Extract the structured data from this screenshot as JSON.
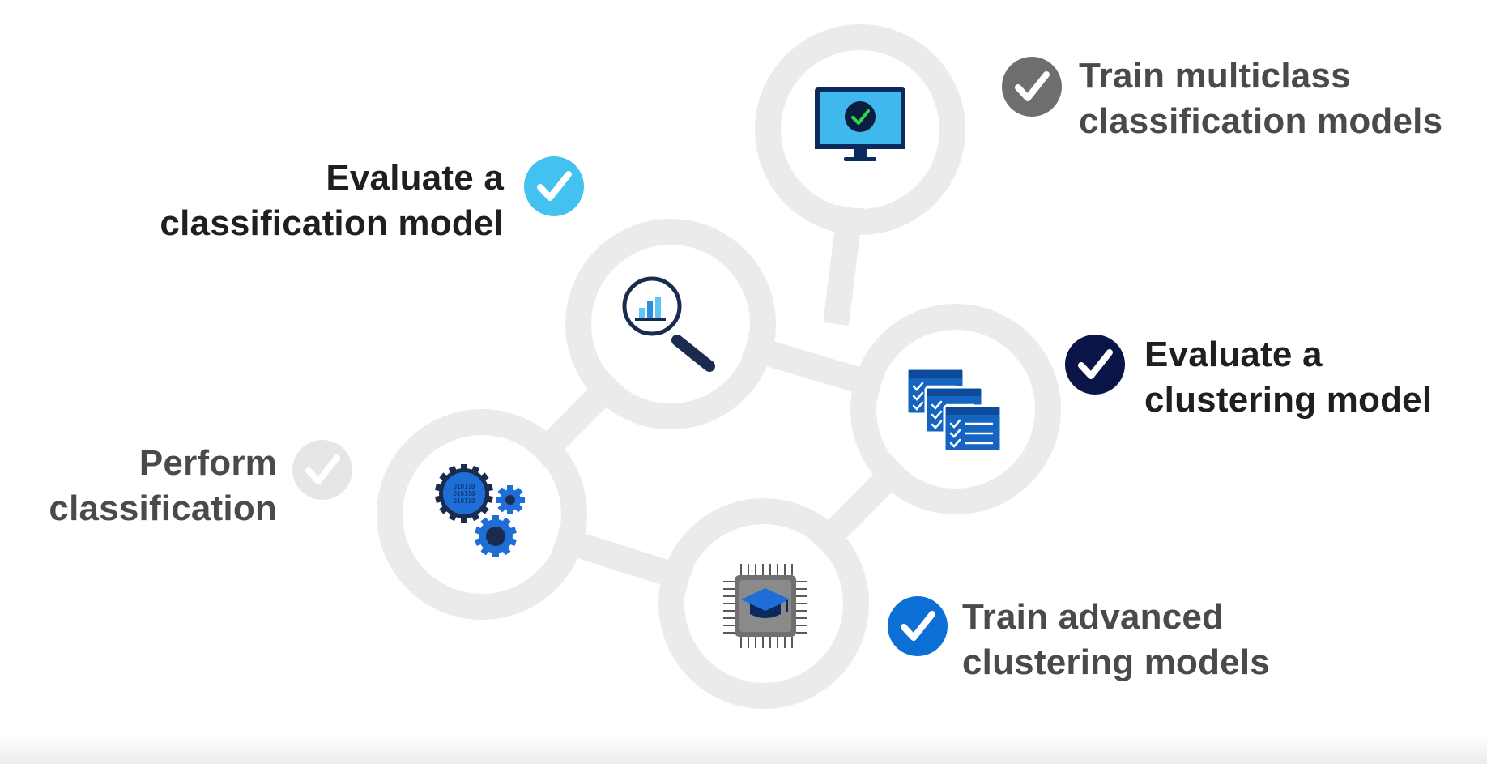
{
  "colors": {
    "ring": "#ebebeb",
    "check_gray": "#6e6e6e",
    "check_light": "#43c1f0",
    "check_navy": "#0b1446",
    "check_faint": "#e6e6e6",
    "check_blue": "#0b6fd6",
    "text_dark": "#1f1f1f",
    "text_gray": "#4a4a4a"
  },
  "steps": [
    {
      "id": "train-multiclass",
      "lines": [
        "Train multiclass",
        "classification models"
      ],
      "icon": "monitor-check-icon",
      "check_style": "gray"
    },
    {
      "id": "evaluate-classification",
      "lines": [
        "Evaluate a",
        "classification model"
      ],
      "icon": "magnifier-chart-icon",
      "check_style": "light-blue"
    },
    {
      "id": "evaluate-clustering",
      "lines": [
        "Evaluate a",
        "clustering model"
      ],
      "icon": "checklist-stack-icon",
      "check_style": "navy"
    },
    {
      "id": "perform-classification",
      "lines": [
        "Perform",
        "classification"
      ],
      "icon": "binary-gears-icon",
      "check_style": "faint"
    },
    {
      "id": "train-advanced-clustering",
      "lines": [
        "Train advanced",
        "clustering models"
      ],
      "icon": "chip-graduation-icon",
      "check_style": "blue"
    }
  ],
  "binary_text": [
    "010110",
    "010110",
    "010110"
  ]
}
